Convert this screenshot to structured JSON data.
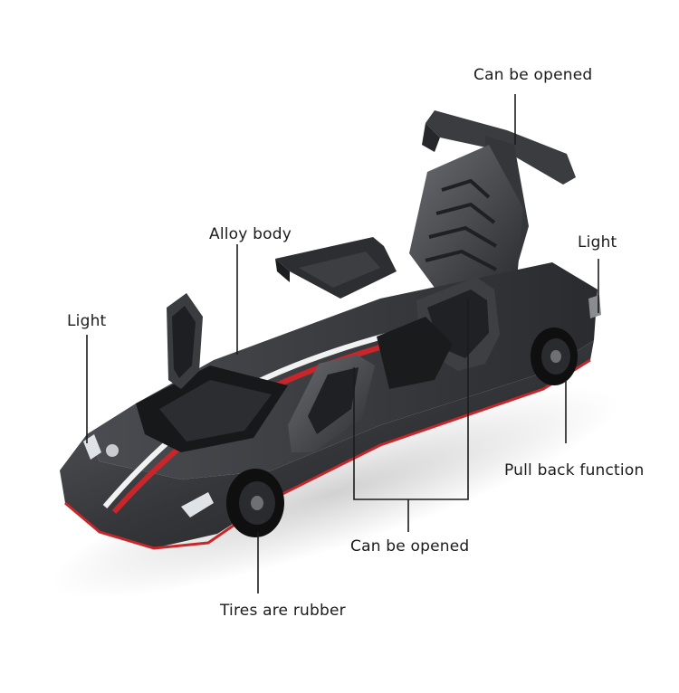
{
  "callouts": {
    "spoiler": "Can be opened",
    "alloy_body": "Alloy body",
    "light_right": "Light",
    "light_left": "Light",
    "pull_back": "Pull back function",
    "doors": "Can be opened",
    "tires": "Tires are rubber"
  },
  "colors": {
    "body": "#2b2c2f",
    "stripe_red": "#c8262a",
    "stripe_white": "#f2f2f2",
    "line": "#1b1b1b"
  }
}
